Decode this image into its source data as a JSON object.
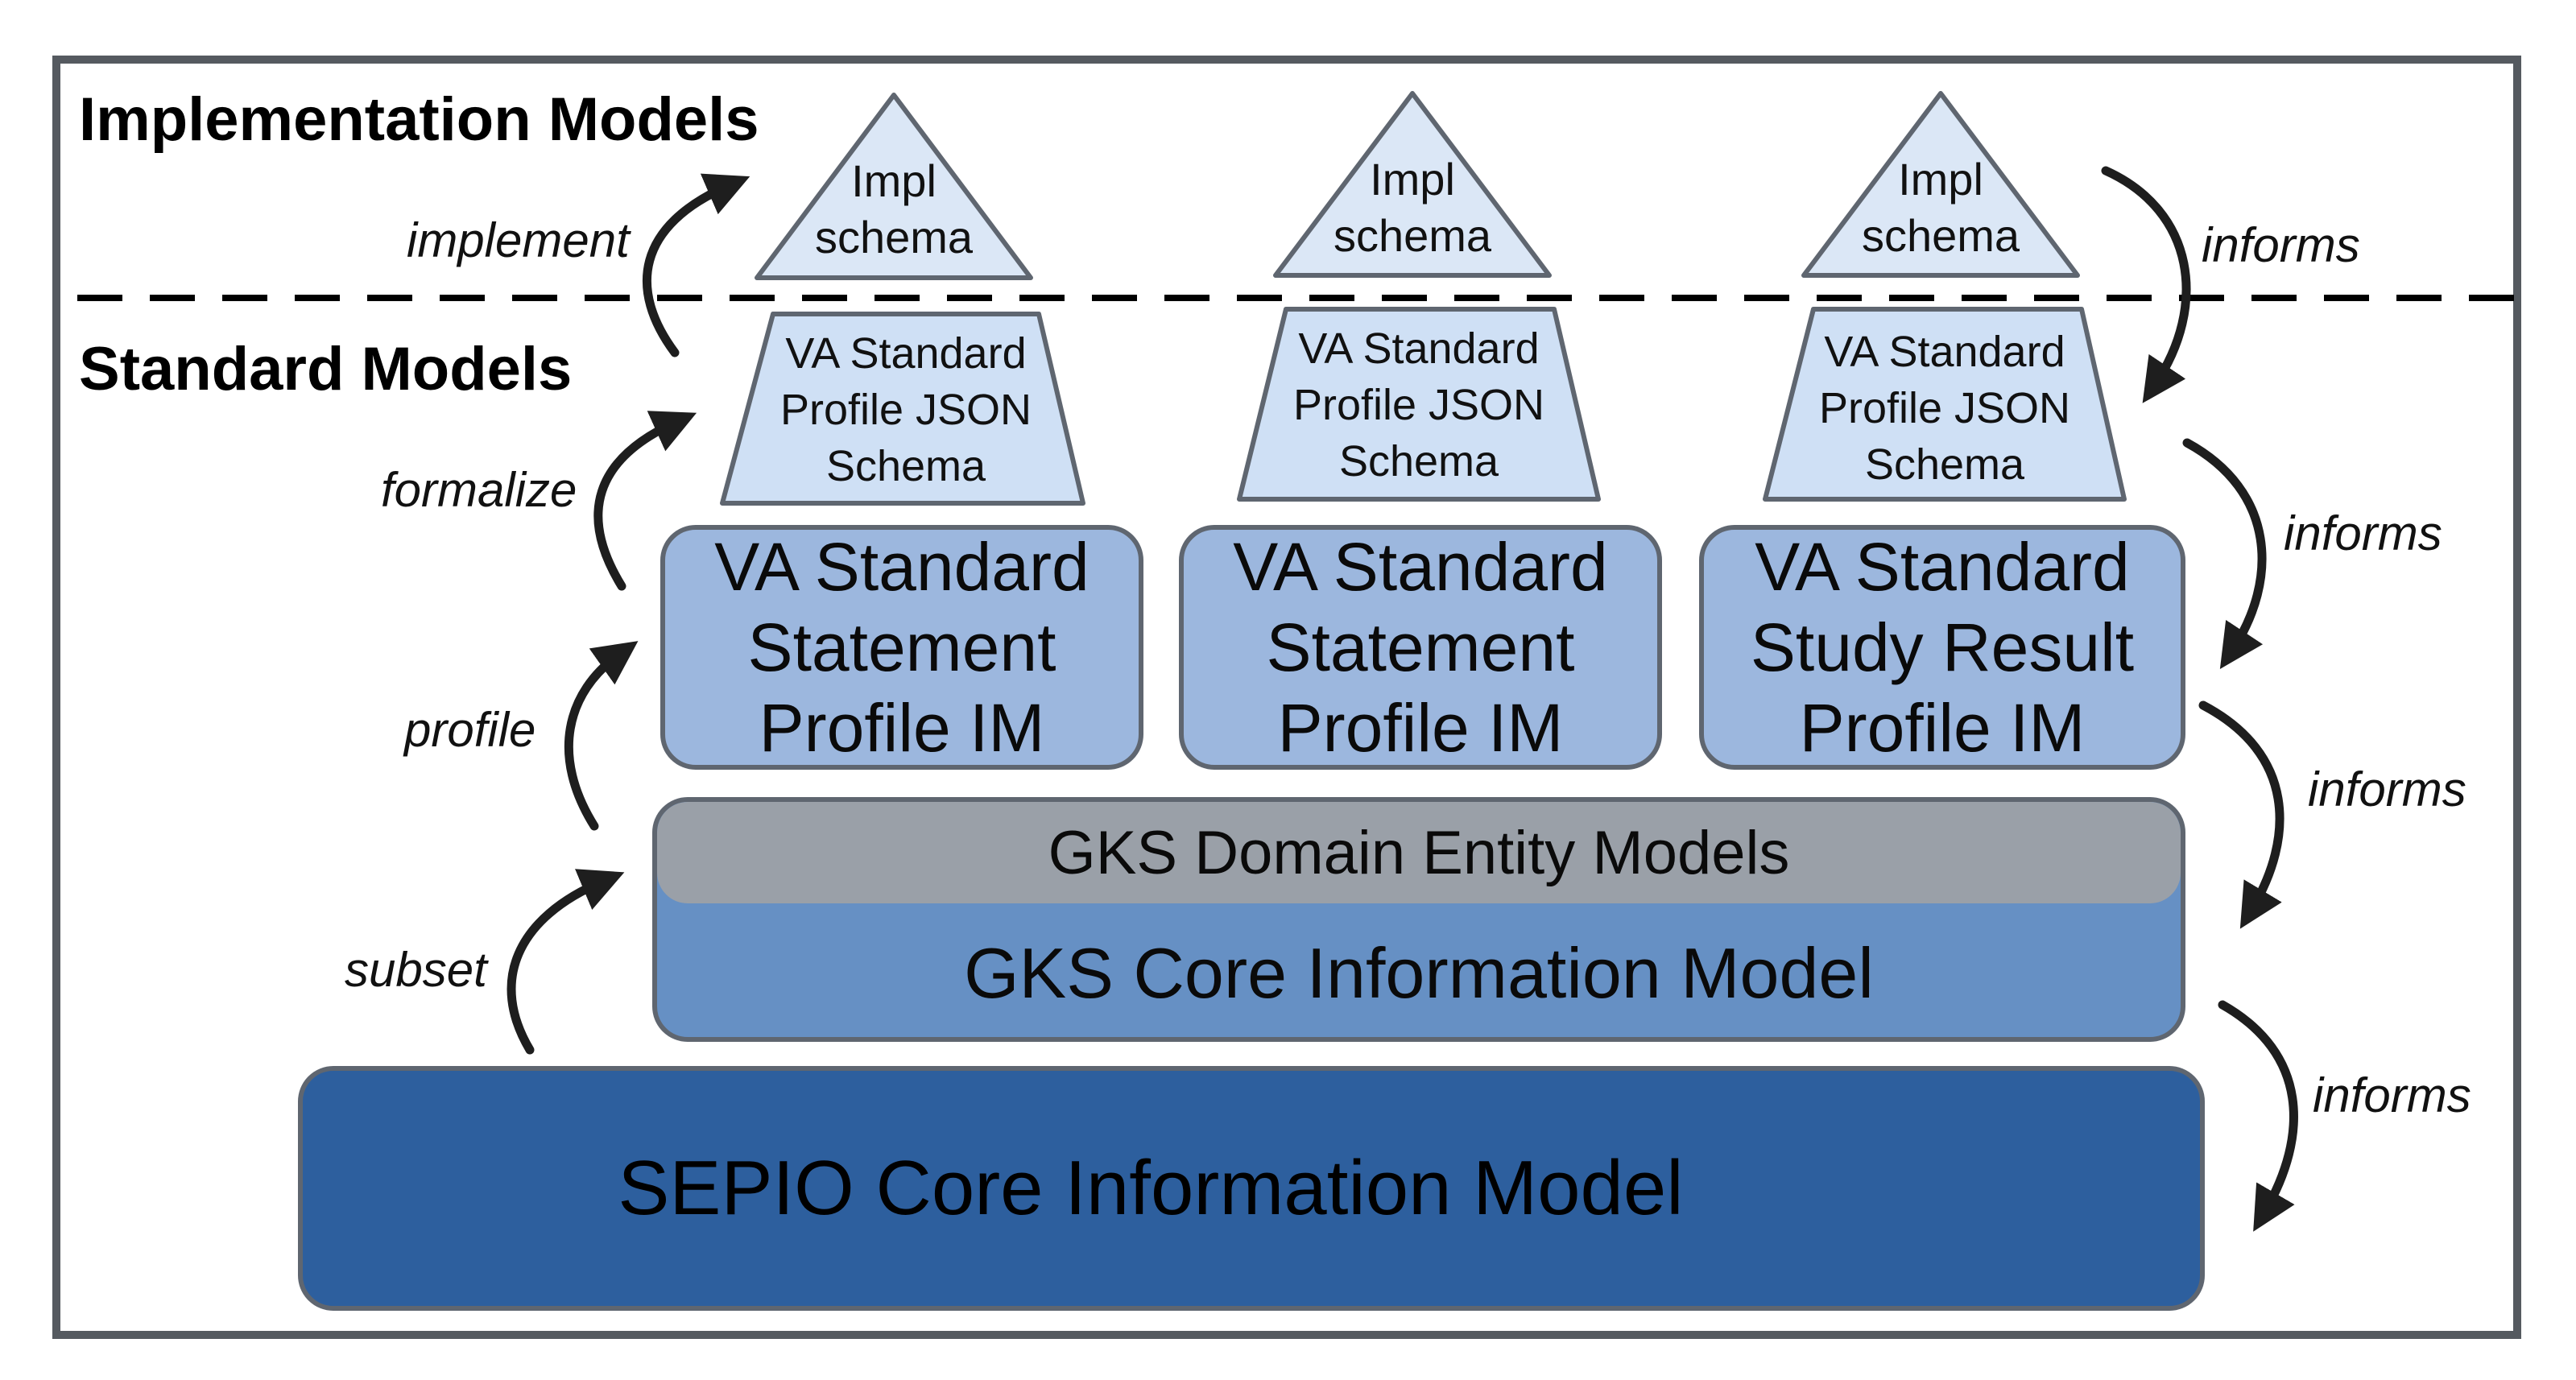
{
  "sections": {
    "implementation": "Implementation\nModels",
    "standard": "Standard\nModels"
  },
  "impl_schema_label": "Impl\nschema",
  "json_schema_label": "VA Standard\nProfile JSON\nSchema",
  "profiles": [
    "VA Standard\nStatement\nProfile IM",
    "VA Standard\nStatement\nProfile IM",
    "VA Standard\nStudy Result\nProfile IM"
  ],
  "gks_domain": "GKS Domain Entity Models",
  "gks_core": "GKS Core Information Model",
  "sepio_core": "SEPIO Core Information Model",
  "left_relations": [
    "implement",
    "formalize",
    "profile",
    "subset"
  ],
  "right_relations": [
    "informs",
    "informs",
    "informs",
    "informs"
  ],
  "colors": {
    "impl_fill": "#dbe7f6",
    "schema_fill": "#cfe0f5",
    "profile_fill": "#9cb7de",
    "domain_fill": "#9aa0a8",
    "gks_core_fill": "#6690c4",
    "sepio_fill": "#2d5f9e",
    "outline": "#5f6670",
    "arrow": "#1e1e1e"
  }
}
